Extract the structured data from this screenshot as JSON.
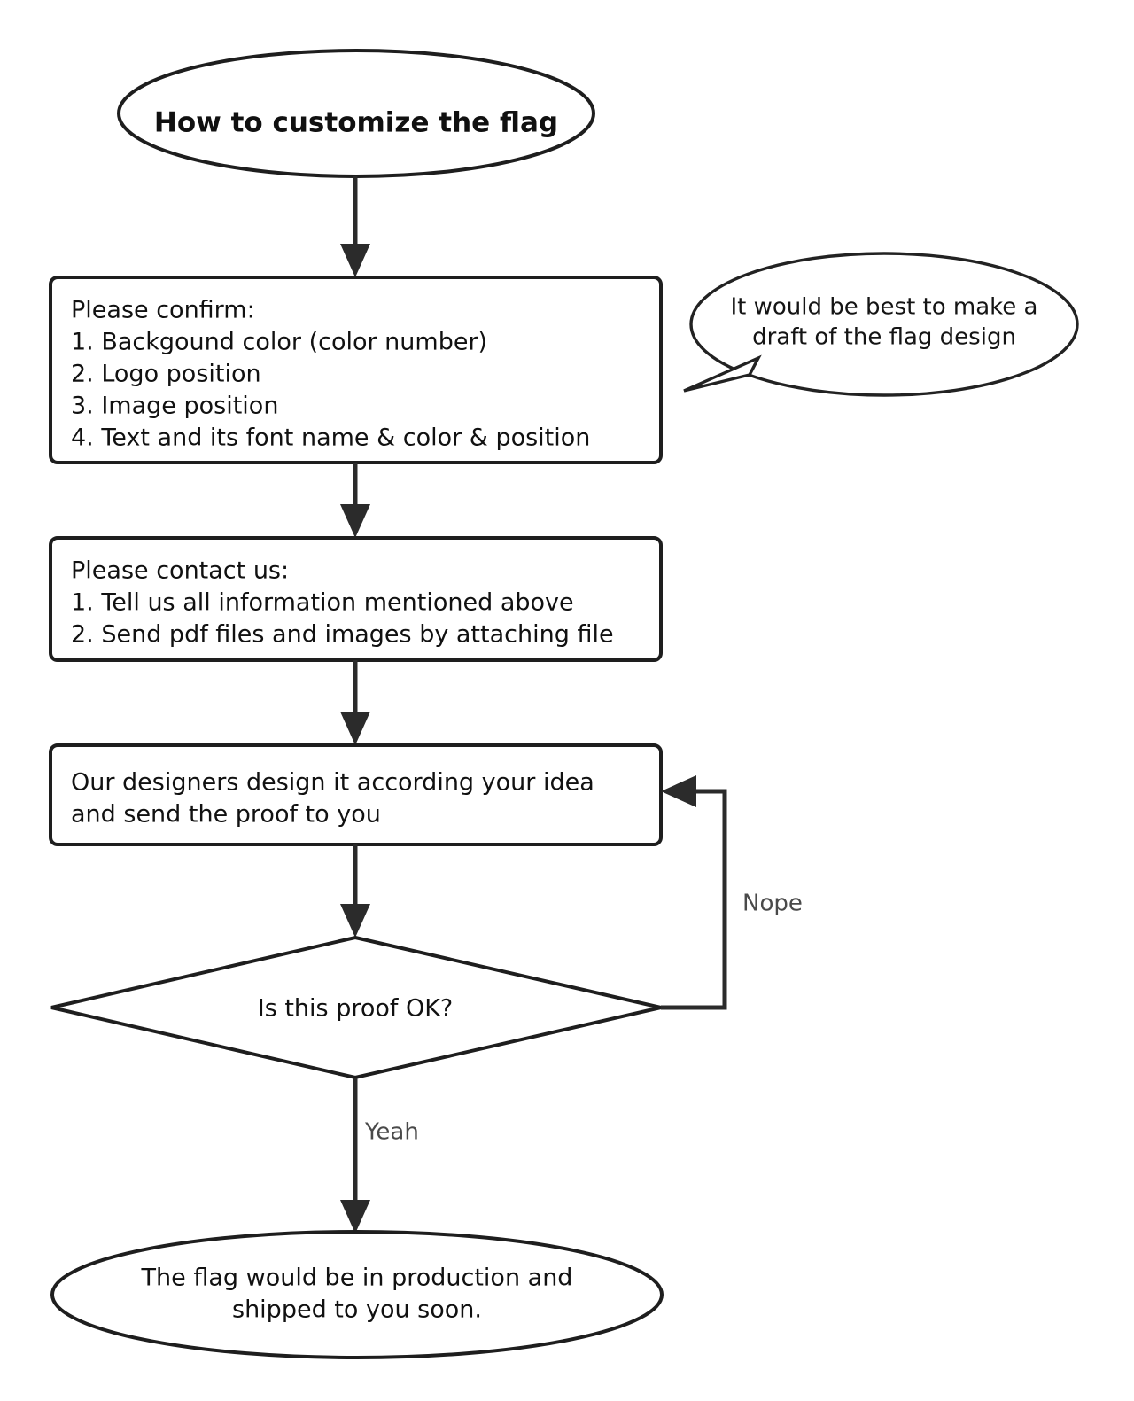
{
  "diagram": {
    "title": "How to customize the flag",
    "background_color": "#ffffff",
    "line_color": "#2b2b2b",
    "text_color": "#111111",
    "label_color": "#4a4a4a"
  },
  "nodes": {
    "start": {
      "shape": "ellipse",
      "text": "How to customize the flag"
    },
    "confirm": {
      "shape": "process",
      "lines": [
        "Please confirm:",
        "1. Backgound color (color number)",
        "2. Logo position",
        "3. Image position",
        "4. Text and its font name & color & position"
      ]
    },
    "contact": {
      "shape": "process",
      "lines": [
        "Please contact us:",
        "1. Tell us all information mentioned above",
        "2. Send pdf files and images by attaching file"
      ]
    },
    "design": {
      "shape": "process",
      "lines": [
        "Our designers design it according your idea",
        "and send the proof to you"
      ]
    },
    "decision": {
      "shape": "diamond",
      "text": "Is this proof OK?"
    },
    "end": {
      "shape": "ellipse",
      "lines": [
        "The flag would be in production and",
        "shipped to you soon."
      ]
    },
    "callout": {
      "shape": "speech-bubble",
      "lines": [
        "It would be best to make a",
        "draft of the flag design"
      ]
    }
  },
  "edges": {
    "start_to_confirm": {
      "label": ""
    },
    "confirm_to_contact": {
      "label": ""
    },
    "contact_to_design": {
      "label": ""
    },
    "design_to_decision": {
      "label": ""
    },
    "decision_no": {
      "label": "Nope"
    },
    "decision_yes": {
      "label": "Yeah"
    }
  }
}
